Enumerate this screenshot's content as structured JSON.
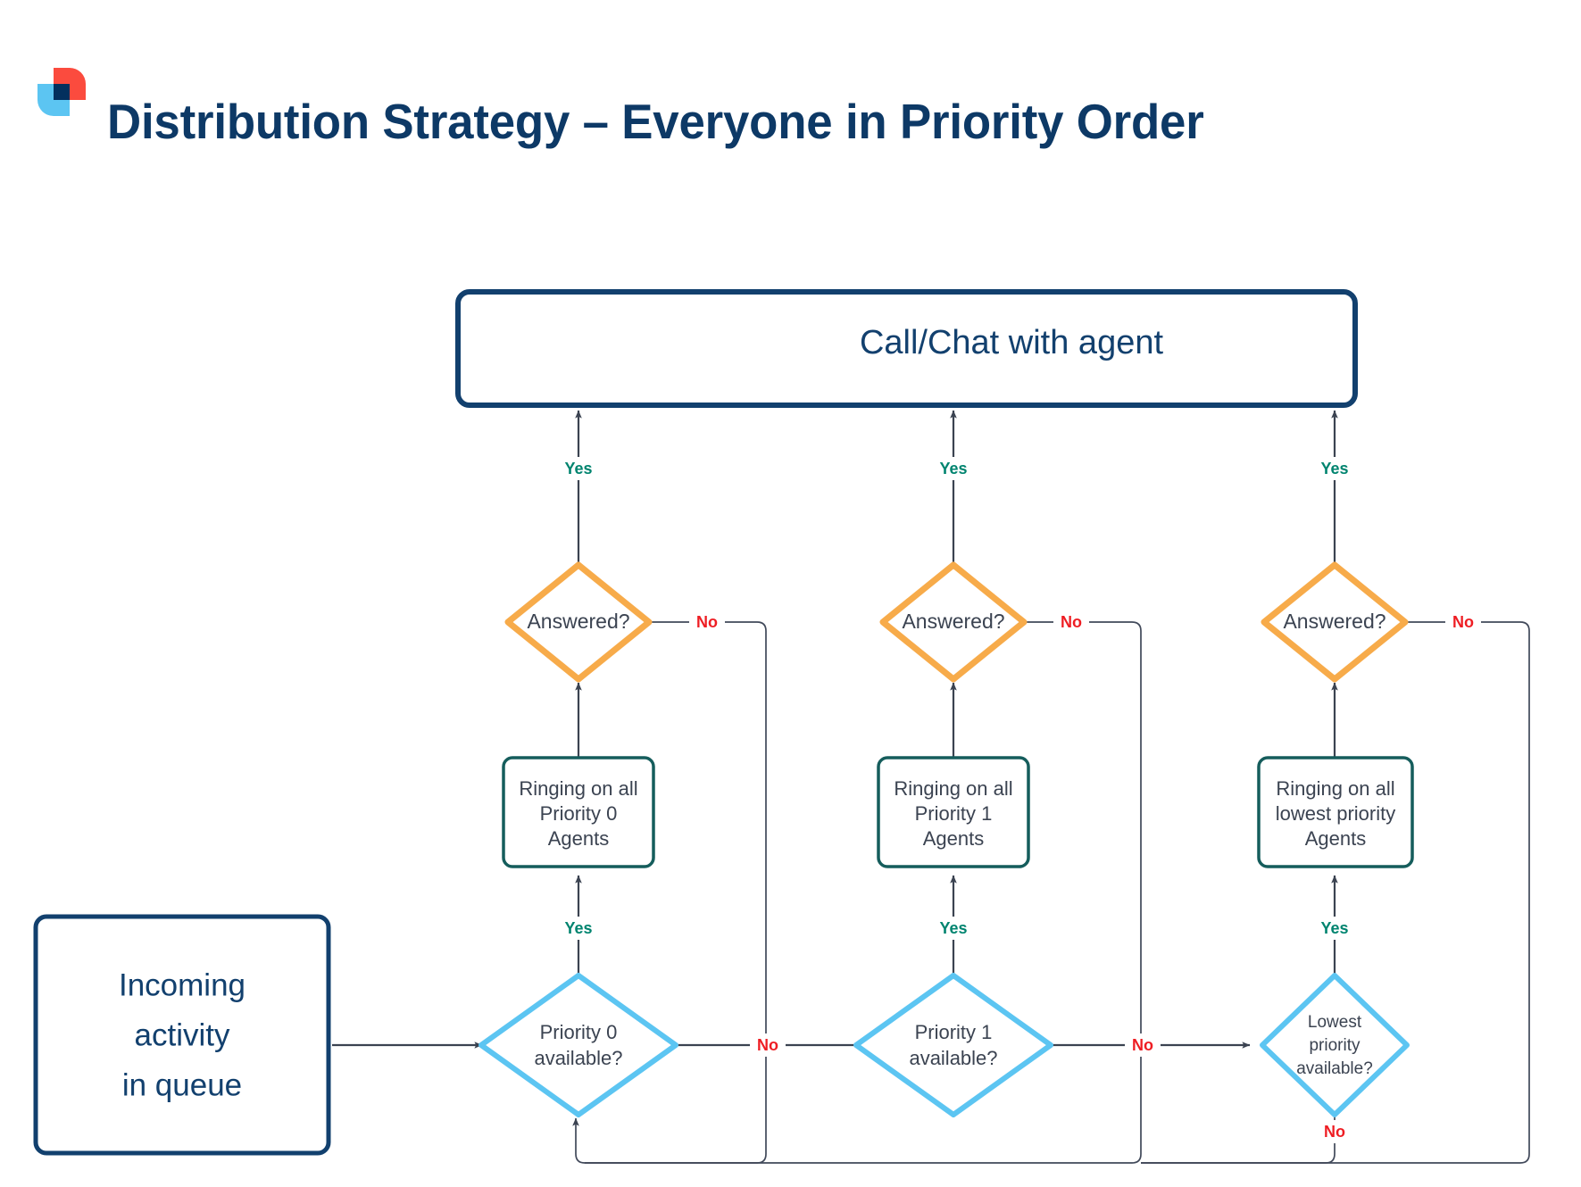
{
  "header": {
    "title": "Distribution Strategy – Everyone in Priority Order",
    "logo_name": "brand-logo",
    "logo_colors": {
      "red": "#fb4b3e",
      "light_blue": "#5cc5f2",
      "navy": "#03305e"
    }
  },
  "colors": {
    "navy": "#12406e",
    "navy_dark": "#0d3966",
    "teal_border": "#155d5c",
    "orange_border": "#f7ab4a",
    "lightblue_border": "#5cc5f2",
    "yes_green": "#00846f",
    "no_red": "#ee1d23",
    "line_gray": "#3b4351",
    "text_gray": "#3b4351"
  },
  "diagram": {
    "type": "flowchart",
    "start_node": {
      "id": "incoming",
      "shape": "rounded-rect",
      "label": "Incoming\nactivity\nin queue",
      "lines": [
        "Incoming",
        "activity",
        "in queue"
      ],
      "border_color": "#12406e",
      "text_color": "#12406e"
    },
    "end_node": {
      "id": "call-chat",
      "shape": "rounded-rect",
      "label": "Call/Chat with agent",
      "border_color": "#12406e",
      "text_color": "#12406e"
    },
    "columns": [
      {
        "index": 0,
        "availability_decision": {
          "id": "priority-0-available",
          "shape": "diamond",
          "lines": [
            "Priority 0",
            "available?"
          ],
          "border_color": "#5cc5f2"
        },
        "ringing_process": {
          "id": "ringing-priority-0",
          "shape": "rounded-rect",
          "lines": [
            "Ringing on all",
            "Priority 0",
            "Agents"
          ],
          "border_color": "#155d5c"
        },
        "answered_decision": {
          "id": "answered-0",
          "shape": "diamond",
          "lines": [
            "Answered?"
          ],
          "border_color": "#f7ab4a"
        }
      },
      {
        "index": 1,
        "availability_decision": {
          "id": "priority-1-available",
          "shape": "diamond",
          "lines": [
            "Priority 1",
            "available?"
          ],
          "border_color": "#5cc5f2"
        },
        "ringing_process": {
          "id": "ringing-priority-1",
          "shape": "rounded-rect",
          "lines": [
            "Ringing on all",
            "Priority 1",
            "Agents"
          ],
          "border_color": "#155d5c"
        },
        "answered_decision": {
          "id": "answered-1",
          "shape": "diamond",
          "lines": [
            "Answered?"
          ],
          "border_color": "#f7ab4a"
        }
      },
      {
        "index": 2,
        "availability_decision": {
          "id": "lowest-priority-available",
          "shape": "diamond",
          "lines": [
            "Lowest",
            "priority",
            "available?"
          ],
          "border_color": "#5cc5f2"
        },
        "ringing_process": {
          "id": "ringing-lowest-priority",
          "shape": "rounded-rect",
          "lines": [
            "Ringing on all",
            "lowest priority",
            "Agents"
          ],
          "border_color": "#155d5c"
        },
        "answered_decision": {
          "id": "answered-2",
          "shape": "diamond",
          "lines": [
            "Answered?"
          ],
          "border_color": "#f7ab4a"
        }
      }
    ],
    "edge_labels": {
      "yes": "Yes",
      "no": "No"
    },
    "edges": [
      {
        "from": "incoming",
        "to": "priority-0-available",
        "label": ""
      },
      {
        "from": "priority-0-available",
        "to": "ringing-priority-0",
        "label": "Yes"
      },
      {
        "from": "ringing-priority-0",
        "to": "answered-0",
        "label": ""
      },
      {
        "from": "answered-0",
        "to": "call-chat",
        "label": "Yes"
      },
      {
        "from": "answered-0",
        "to": "incoming-loop",
        "label": "No"
      },
      {
        "from": "priority-0-available",
        "to": "priority-1-available",
        "label": "No"
      },
      {
        "from": "priority-1-available",
        "to": "ringing-priority-1",
        "label": "Yes"
      },
      {
        "from": "ringing-priority-1",
        "to": "answered-1",
        "label": ""
      },
      {
        "from": "answered-1",
        "to": "call-chat",
        "label": "Yes"
      },
      {
        "from": "answered-1",
        "to": "incoming-loop",
        "label": "No"
      },
      {
        "from": "priority-1-available",
        "to": "lowest-priority-available",
        "label": "No"
      },
      {
        "from": "lowest-priority-available",
        "to": "ringing-lowest-priority",
        "label": "Yes"
      },
      {
        "from": "ringing-lowest-priority",
        "to": "answered-2",
        "label": ""
      },
      {
        "from": "answered-2",
        "to": "call-chat",
        "label": "Yes"
      },
      {
        "from": "answered-2",
        "to": "incoming-loop",
        "label": "No"
      },
      {
        "from": "lowest-priority-available",
        "to": "incoming-loop",
        "label": "No"
      }
    ]
  }
}
